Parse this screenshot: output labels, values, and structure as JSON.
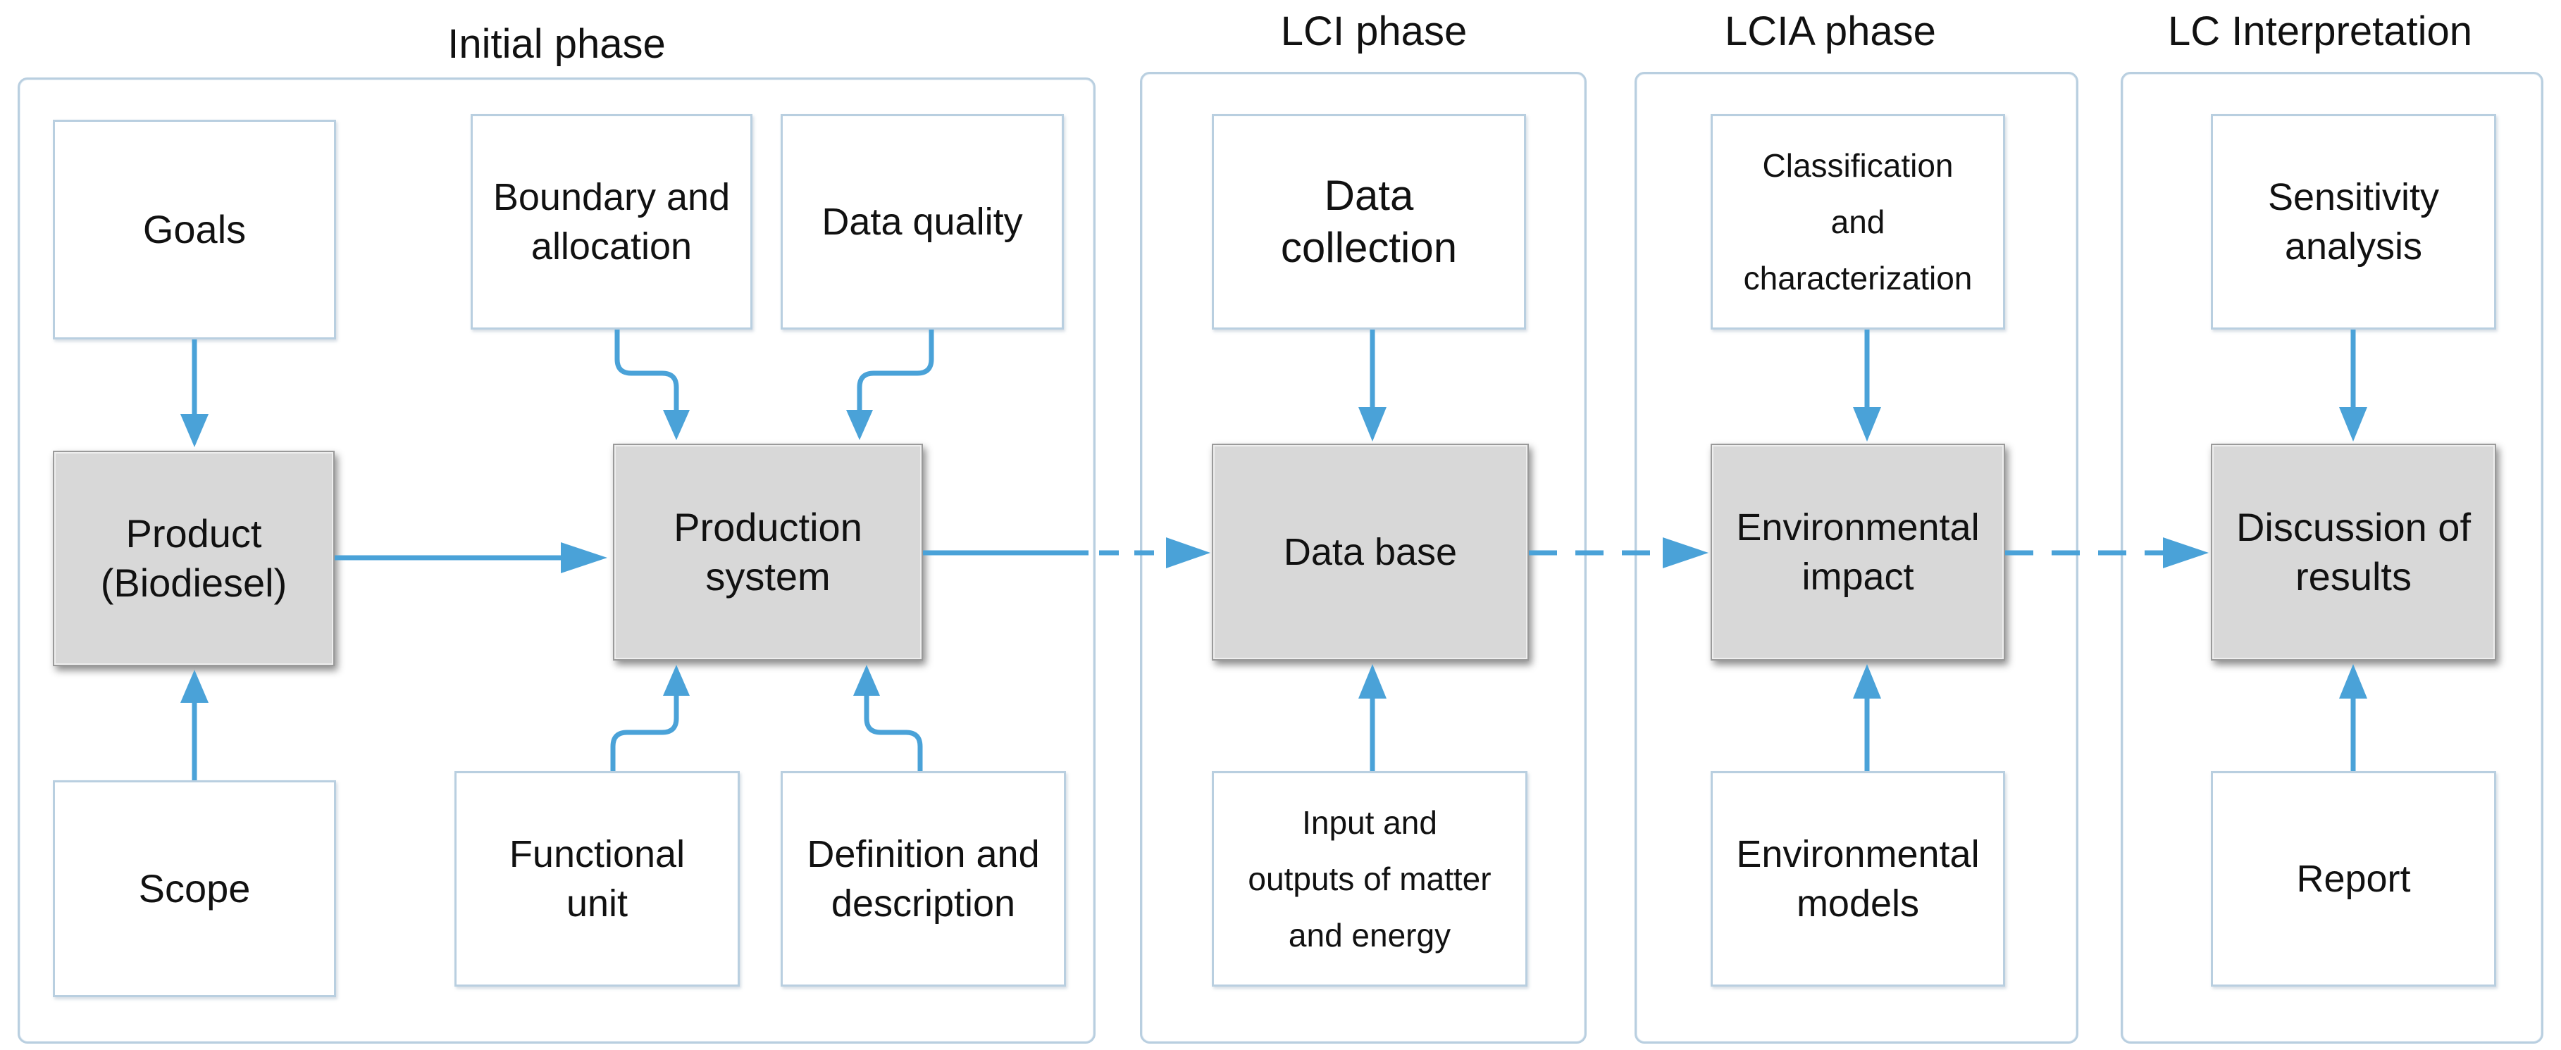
{
  "colors": {
    "arrow": "#4aa2d8",
    "frame": "#b9cfe0",
    "highlight_fill": "#d8d8d8"
  },
  "phases": {
    "initial": {
      "title": "Initial phase"
    },
    "lci": {
      "title": "LCI phase"
    },
    "lcia": {
      "title": "LCIA phase"
    },
    "interpretation": {
      "title": "LC Interpretation"
    }
  },
  "boxes": {
    "goals": "Goals",
    "scope": "Scope",
    "product": "Product\n(Biodiesel)",
    "boundary": "Boundary and\nallocation",
    "data_quality": "Data quality",
    "production_system": "Production\nsystem",
    "functional_unit": "Functional\nunit",
    "definition": "Definition and\ndescription",
    "data_collection": "Data\ncollection",
    "data_base": "Data base",
    "inputs_outputs": "Input and\noutputs of matter\nand energy",
    "classification": "Classification\nand\ncharacterization",
    "environmental_impact": "Environmental\nimpact",
    "environmental_models": "Environmental\nmodels",
    "sensitivity": "Sensitivity\nanalysis",
    "discussion": "Discussion of\nresults",
    "report": "Report"
  }
}
